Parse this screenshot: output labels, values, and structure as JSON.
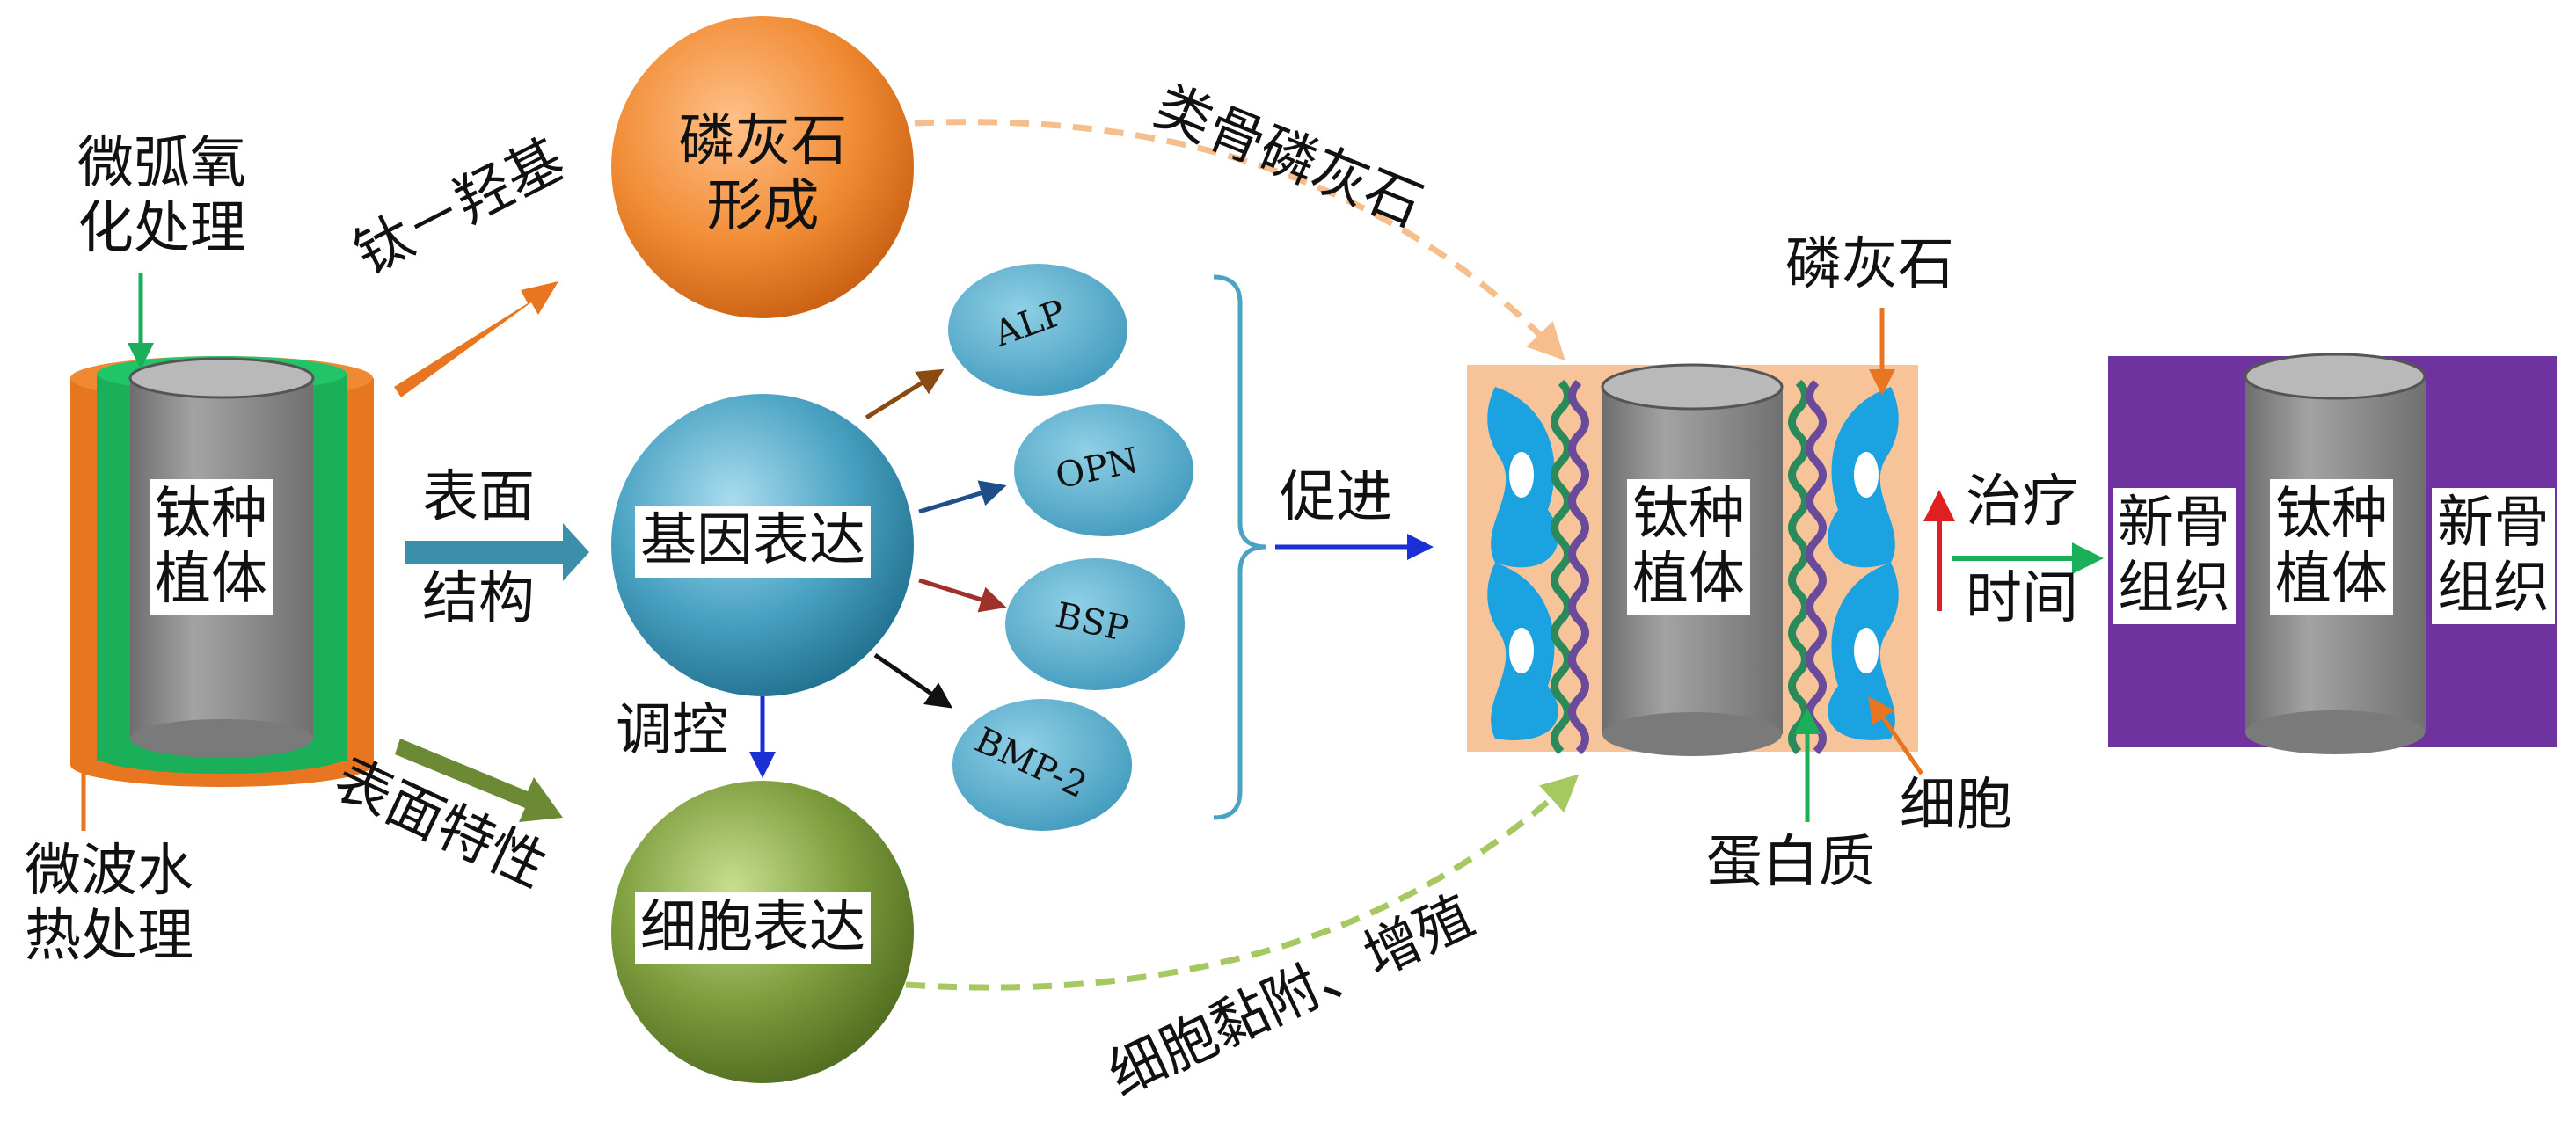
{
  "colors": {
    "orange": "#e8751f",
    "green": "#1ab05a",
    "gray": "#8c8c8c",
    "teal": "#4ba3c3",
    "olive": "#7a9a3a",
    "peach": "#f7c49a",
    "purple": "#6f33a0",
    "cell_blue": "#1aa3e0"
  },
  "implant_left": {
    "label_line1": "钛种",
    "label_line2": "植体",
    "mao_line1": "微弧氧",
    "mao_line2": "化处理",
    "hydro_line1": "微波水",
    "hydro_line2": "热处理"
  },
  "arrows": {
    "ti_oh": "钛－羟基",
    "surface_line1": "表面",
    "surface_line2": "结构",
    "surface_property": "表面特性",
    "regulate": "调控",
    "promote": "促进",
    "bone_like_apatite": "类骨磷灰石",
    "cell_adhesion": "细胞黏附、增殖",
    "treat_line1": "治疗",
    "treat_line2": "时间"
  },
  "circles": {
    "apatite_line1": "磷灰石",
    "apatite_line2": "形成",
    "gene_expression": "基因表达",
    "cell_expression": "细胞表达"
  },
  "genes": [
    "ALP",
    "OPN",
    "BSP",
    "BMP-2"
  ],
  "middle_panel": {
    "implant_line1": "钛种",
    "implant_line2": "植体",
    "apatite": "磷灰石",
    "cell": "细胞",
    "protein": "蛋白质"
  },
  "right_panel": {
    "new_bone_line1": "新骨",
    "new_bone_line2": "组织",
    "implant_line1": "钛种",
    "implant_line2": "植体"
  }
}
